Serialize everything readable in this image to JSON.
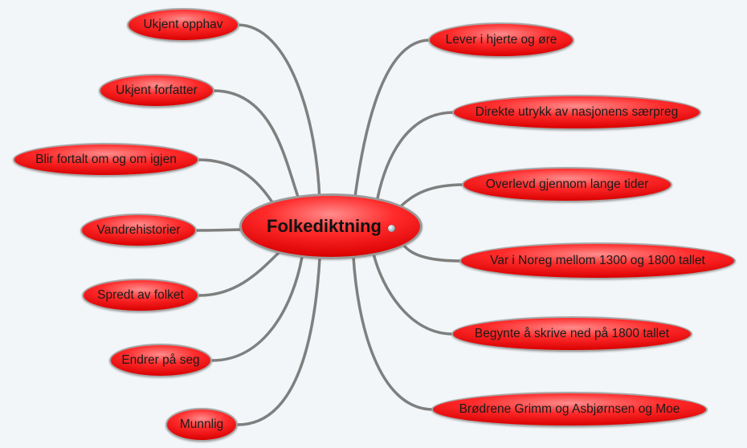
{
  "central": {
    "label": "Folkediktning",
    "marker_icon": "expand-dot-icon"
  },
  "left_topics": [
    "Ukjent opphav",
    "Ukjent forfatter",
    "Blir fortalt om og om igjen",
    "Vandrehistorier",
    "Spredt av folket",
    "Endrer på seg",
    "Munnlig"
  ],
  "right_topics": [
    "Lever i hjerte og øre",
    "Direkte utrykk av nasjonens særpreg",
    "Overlevd gjennom lange tider",
    "Var i Noreg mellom 1300 og 1800 tallet",
    "Begynte å skrive ned på 1800 tallet",
    "Brødrene Grimm og Asbjørnsen og Moe"
  ],
  "colors": {
    "background": "#f2f6f8",
    "node_fill": "#ff2a2a",
    "node_border": "#a7a7a7",
    "connector": "#7f7f7f"
  }
}
